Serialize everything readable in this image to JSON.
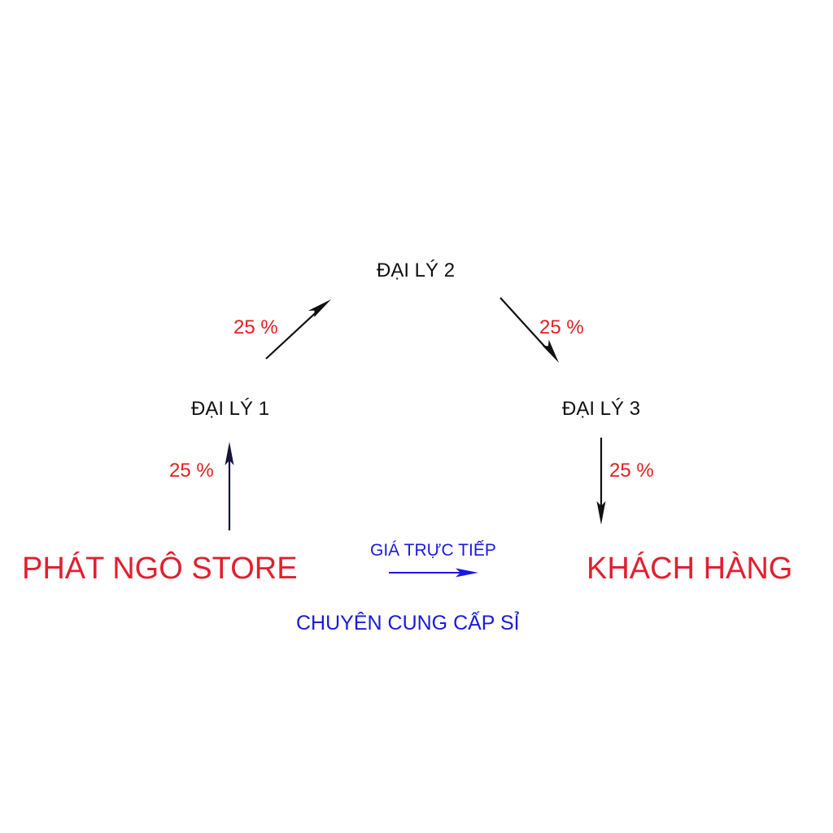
{
  "colors": {
    "node_text": "#111111",
    "percent_text": "#e02020",
    "endpoint_text": "#e02030",
    "wholesale_text": "#1a1adc",
    "arrow_dark": "#111111",
    "arrow_navy": "#14143c",
    "arrow_blue": "#1a1adc"
  },
  "nodes": {
    "agent_1": "ĐẠI LÝ 1",
    "agent_2": "ĐẠI LÝ 2",
    "agent_3": "ĐẠI LÝ 3"
  },
  "endpoints": {
    "source": "PHÁT NGÔ STORE",
    "customer": "KHÁCH HÀNG"
  },
  "markups": {
    "store_to_agent_1": "25 %",
    "agent_1_to_agent_2": "25 %",
    "agent_2_to_agent_3": "25 %",
    "agent_3_to_customer": "25 %"
  },
  "direct": {
    "label": "GIÁ TRỰC TIẾP",
    "tagline": "CHUYÊN CUNG CẤP SỈ"
  },
  "arrows": [
    {
      "name": "arrow-store-to-agent-1",
      "color": "navy"
    },
    {
      "name": "arrow-agent-1-to-agent-2",
      "color": "dark"
    },
    {
      "name": "arrow-agent-2-to-agent-3",
      "color": "dark"
    },
    {
      "name": "arrow-agent-3-to-customer",
      "color": "dark"
    },
    {
      "name": "arrow-direct-to-customer",
      "color": "blue"
    }
  ]
}
